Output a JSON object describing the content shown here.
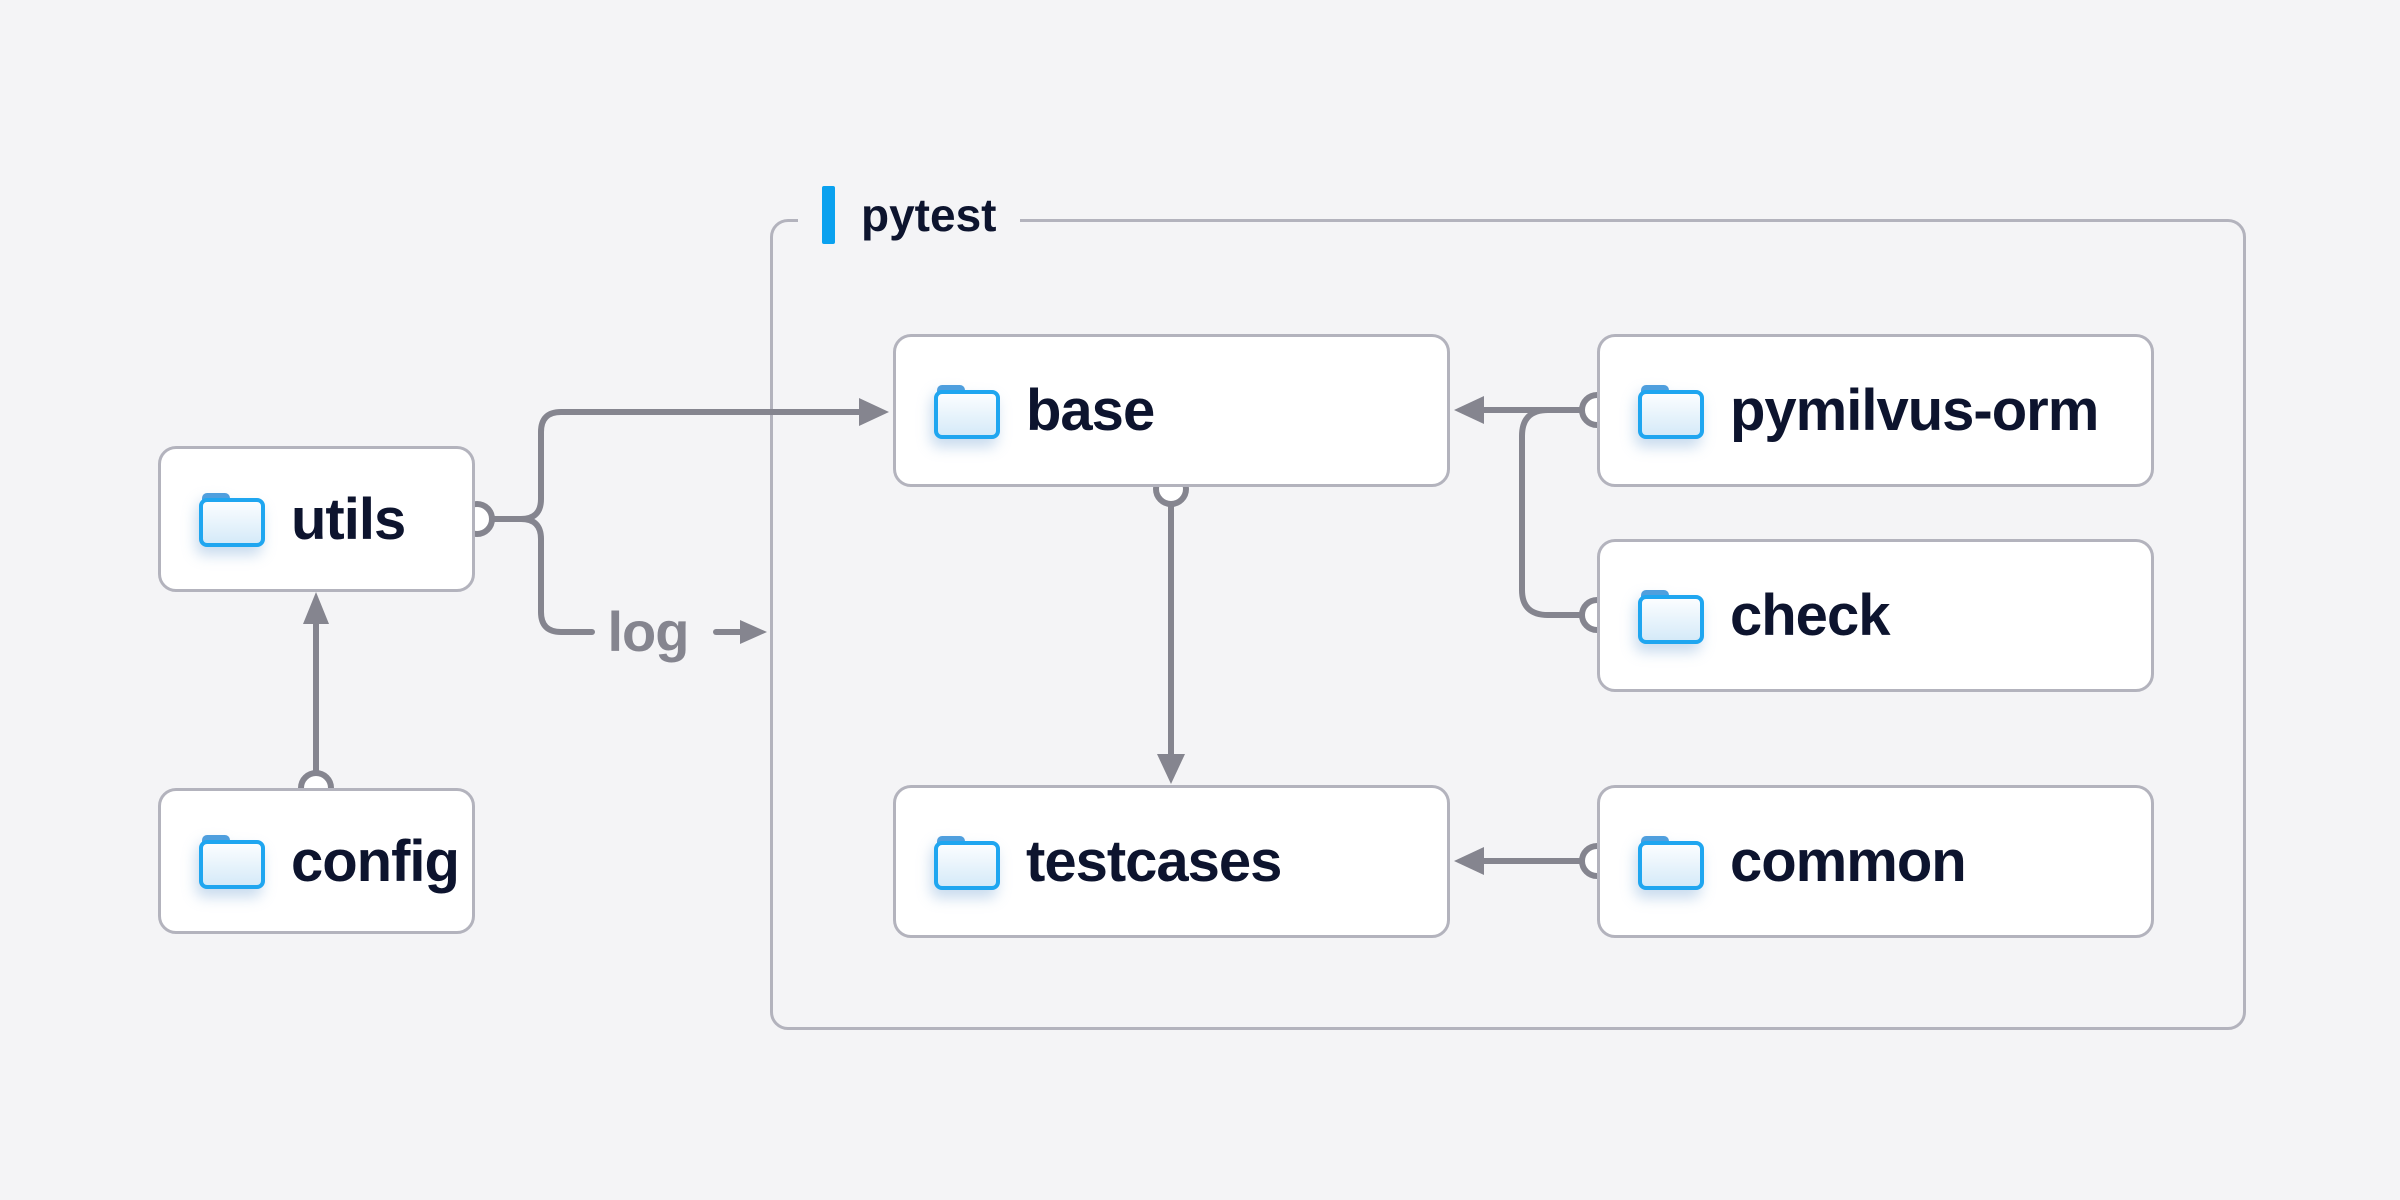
{
  "diagram": {
    "container": {
      "label": "pytest"
    },
    "nodes": [
      {
        "id": "utils",
        "label": "utils",
        "inside_container": false
      },
      {
        "id": "config",
        "label": "config",
        "inside_container": false
      },
      {
        "id": "base",
        "label": "base",
        "inside_container": true
      },
      {
        "id": "pymilvus-orm",
        "label": "pymilvus-orm",
        "inside_container": true
      },
      {
        "id": "check",
        "label": "check",
        "inside_container": true
      },
      {
        "id": "testcases",
        "label": "testcases",
        "inside_container": true
      },
      {
        "id": "common",
        "label": "common",
        "inside_container": true
      }
    ],
    "edges": [
      {
        "from": "config",
        "to": "utils",
        "label": ""
      },
      {
        "from": "utils",
        "to": "base",
        "label": ""
      },
      {
        "from": "utils",
        "to": "pytest",
        "label": "log"
      },
      {
        "from": "pymilvus-orm",
        "to": "base",
        "label": ""
      },
      {
        "from": "check",
        "to": "base",
        "label": ""
      },
      {
        "from": "base",
        "to": "testcases",
        "label": ""
      },
      {
        "from": "common",
        "to": "testcases",
        "label": ""
      }
    ],
    "log_label": "log",
    "colors": {
      "background": "#f4f4f6",
      "node_fill": "#ffffff",
      "node_border": "#b3b3bd",
      "edge_line": "#85858f",
      "node_text": "#0d142e",
      "accent_blue": "#0aa1ef",
      "folder_stroke": "#1fa6f0",
      "folder_tab": "#4f9fde",
      "folder_fill_top": "#fdfeff",
      "folder_fill_bottom": "#d3e9f8"
    }
  }
}
